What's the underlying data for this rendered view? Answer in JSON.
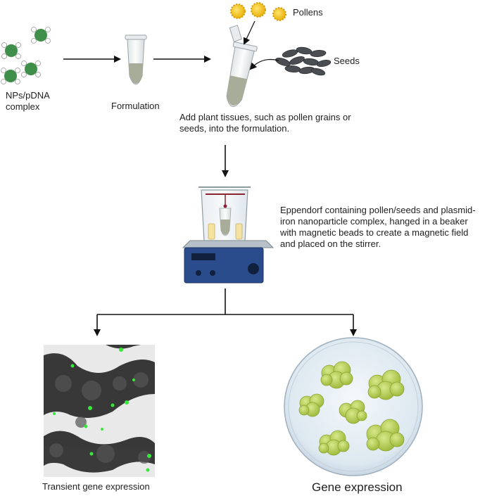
{
  "labels": {
    "np_complex": "NPs/pDNA complex",
    "formulation": "Formulation",
    "pollens": "Pollens",
    "seeds": "Seeds",
    "add_tissues": "Add plant tissues, such as pollen grains or seeds, into the formulation.",
    "eppendorf_setup": "Eppendorf containing pollen/seeds and plasmid-iron nanoparticle complex, hanged in a beaker with magnetic beads to create a magnetic field and placed on the stirrer.",
    "transient_expression": "Transient gene expression",
    "gene_expression": "Gene expression"
  },
  "colors": {
    "nanoparticle": "#3f8f4a",
    "pollen": "#f2c318",
    "seed": "#4a4d52",
    "tube_liquid": "#a8ad9a",
    "stirrer_body": "#2b4c8c",
    "petri_dish": "#dbe6ef",
    "callus": "#b6cf57",
    "fluorescence": "#38e83a",
    "arrow": "#111111"
  },
  "icons": [
    "nanoparticle-complex-icon",
    "microtube-icon",
    "open-microtube-icon",
    "pollen-icon",
    "seed-icon",
    "beaker-on-stirrer-icon",
    "microscopy-image",
    "petri-dish-callus-icon"
  ]
}
